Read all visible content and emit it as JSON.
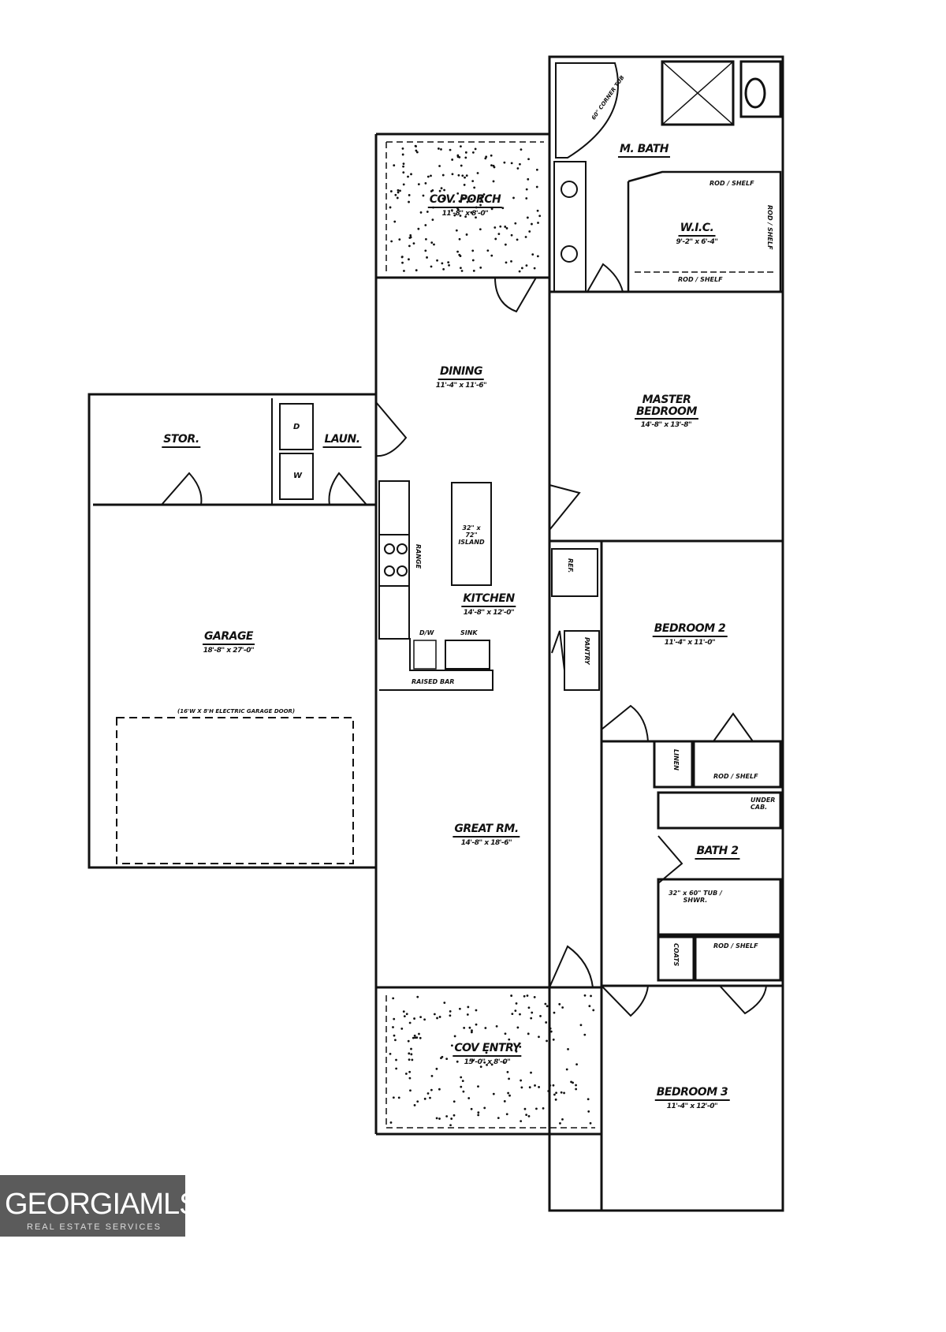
{
  "rooms": {
    "cov_porch": {
      "name": "COV. PORCH",
      "dim": "11'-8\" x 8'-0\""
    },
    "m_bath": {
      "name": "M. BATH"
    },
    "corner_tub": {
      "name": "60\" CORNER TUB"
    },
    "wic": {
      "name": "W.I.C.",
      "dim": "9'-2\" x 6'-4\""
    },
    "dining": {
      "name": "DINING",
      "dim": "11'-4\" x 11'-6\""
    },
    "master_bedroom": {
      "name": "MASTER BEDROOM",
      "dim": "14'-8\" x 13'-8\""
    },
    "stor": {
      "name": "STOR."
    },
    "laun": {
      "name": "LAUN."
    },
    "kitchen": {
      "name": "KITCHEN",
      "dim": "14'-8\" x 12'-0\""
    },
    "garage": {
      "name": "GARAGE",
      "dim": "18'-8\" x 27'-0\""
    },
    "bedroom_2": {
      "name": "BEDROOM 2",
      "dim": "11'-4\" x 11'-0\""
    },
    "great_rm": {
      "name": "GREAT RM.",
      "dim": "14'-8\" x 18'-6\""
    },
    "bath_2": {
      "name": "BATH 2"
    },
    "cov_entry": {
      "name": "COV ENTRY",
      "dim": "15'-0\" x 8'-0\""
    },
    "bedroom_3": {
      "name": "BEDROOM 3",
      "dim": "11'-4\" x 12'-0\""
    }
  },
  "fixtures": {
    "island": "32\" x 72\" ISLAND",
    "range": "RANGE",
    "dw": "D/W",
    "sink": "SINK",
    "raised_bar": "RAISED BAR",
    "ref": "REF.",
    "pantry": "PANTRY",
    "linen": "LINEN",
    "coats": "COATS",
    "under_cab": "UNDER CAB.",
    "tub_shower": "32\" x 60\" TUB / SHWR.",
    "shelf_wic_top": "ROD / SHELF",
    "shelf_wic_side": "ROD / SHELF",
    "shelf_wic_bottom": "ROD / SHELF",
    "shelf_bed2": "ROD / SHELF",
    "shelf_bed3": "ROD / SHELF",
    "dryer": "D",
    "washer": "W",
    "garage_door": "(16'W X 8'H ELECTRIC GARAGE DOOR)"
  },
  "logo": {
    "brand": "GEORGIAMLS",
    "tagline": "REAL ESTATE SERVICES"
  }
}
